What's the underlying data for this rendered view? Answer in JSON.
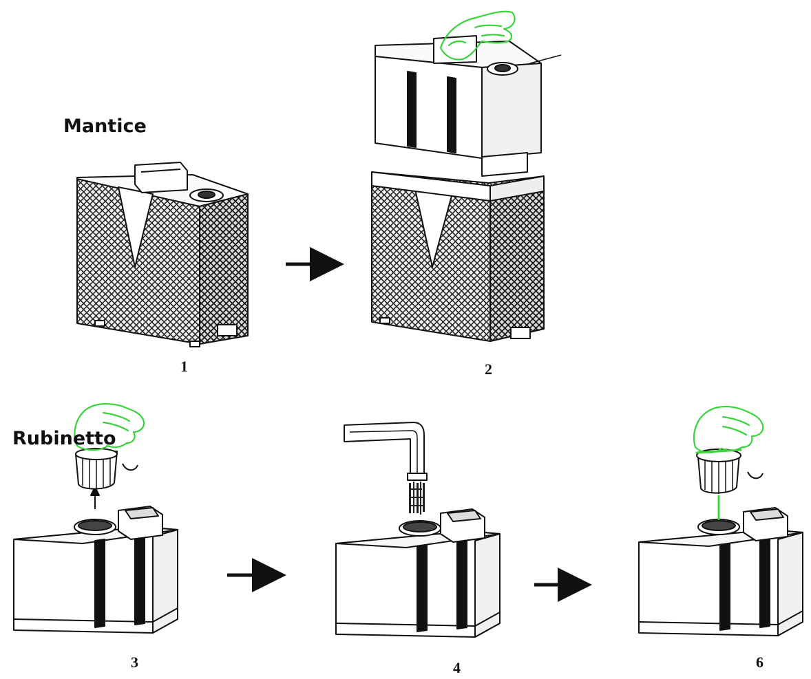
{
  "labels": {
    "mantice": "Mantice",
    "rubinetto": "Rubinetto"
  },
  "steps": [
    "1",
    "2",
    "3",
    "4",
    "6"
  ],
  "colors": {
    "line": "#111111",
    "hand": "#3cd23c",
    "mesh": "#3a3a3a"
  },
  "icons": [
    "hand-icon",
    "arrow-right-icon",
    "rotate-arrow-icon",
    "water-stream-icon"
  ]
}
